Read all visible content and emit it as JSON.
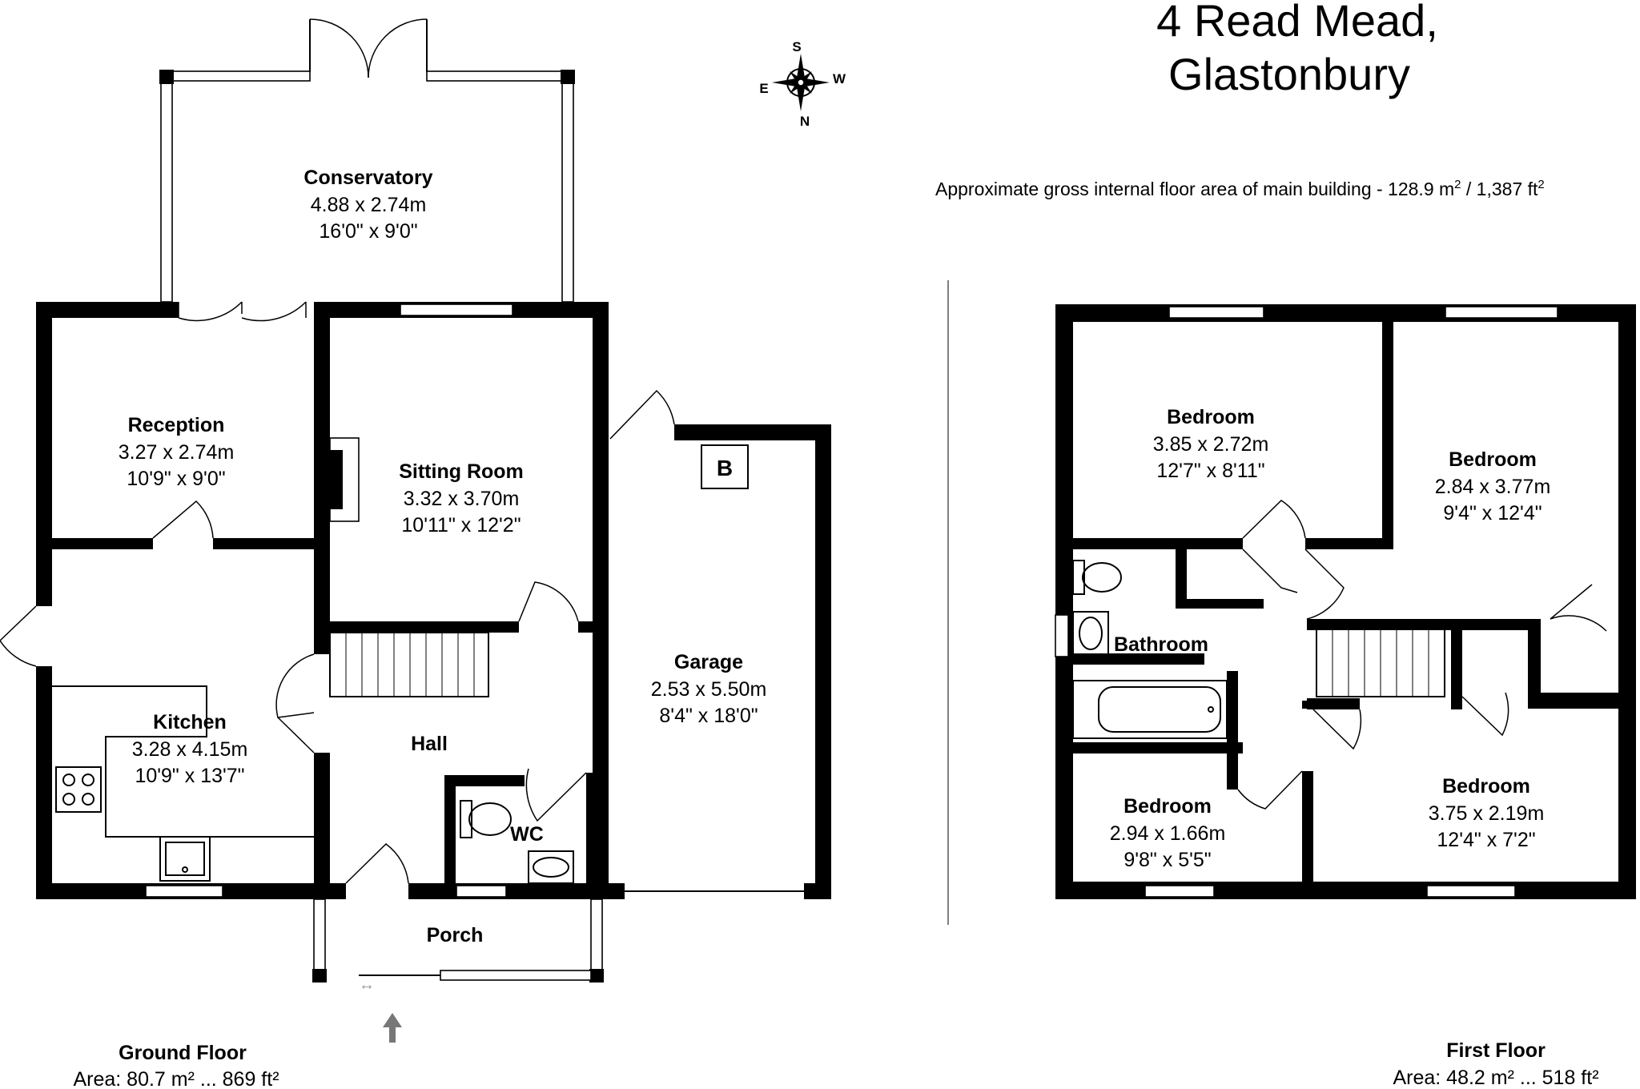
{
  "title_line1": "4 Read Mead,",
  "title_line2": "Glastonbury",
  "gross_area": {
    "label": "Approximate gross internal floor area of main building  -  128.9 m",
    "m2_sup": "2",
    "separator": " /  1,387 ft",
    "ft2_sup": "2"
  },
  "compass": {
    "north": "N",
    "south": "S",
    "east": "E",
    "west": "W"
  },
  "ground_floor": {
    "label": "Ground Floor",
    "area": "Area: 80.7 m² ... 869 ft²",
    "rooms": {
      "conservatory": {
        "name": "Conservatory",
        "metric": "4.88 x 2.74m",
        "imperial": "16'0\" x 9'0\""
      },
      "reception": {
        "name": "Reception",
        "metric": "3.27 x 2.74m",
        "imperial": "10'9\" x 9'0\""
      },
      "sitting_room": {
        "name": "Sitting Room",
        "metric": "3.32 x 3.70m",
        "imperial": "10'11\" x 12'2\""
      },
      "garage": {
        "name": "Garage",
        "metric": "2.53 x 5.50m",
        "imperial": "8'4\" x 18'0\""
      },
      "kitchen": {
        "name": "Kitchen",
        "metric": "3.28 x 4.15m",
        "imperial": "10'9\" x 13'7\""
      },
      "hall": {
        "name": "Hall"
      },
      "wc": {
        "name": "WC"
      },
      "porch": {
        "name": "Porch"
      }
    },
    "boiler_label": "B"
  },
  "first_floor": {
    "label": "First Floor",
    "area": "Area: 48.2 m² ... 518 ft²",
    "rooms": {
      "bedroom_1": {
        "name": "Bedroom",
        "metric": "3.85 x 2.72m",
        "imperial": "12'7\" x 8'11\""
      },
      "bedroom_2": {
        "name": "Bedroom",
        "metric": "2.84 x 3.77m",
        "imperial": "9'4\" x 12'4\""
      },
      "bedroom_3": {
        "name": "Bedroom",
        "metric": "3.75 x 2.19m",
        "imperial": "12'4\" x 7'2\""
      },
      "bedroom_4": {
        "name": "Bedroom",
        "metric": "2.94 x 1.66m",
        "imperial": "9'8\" x 5'5\""
      },
      "bathroom": {
        "name": "Bathroom"
      }
    }
  }
}
